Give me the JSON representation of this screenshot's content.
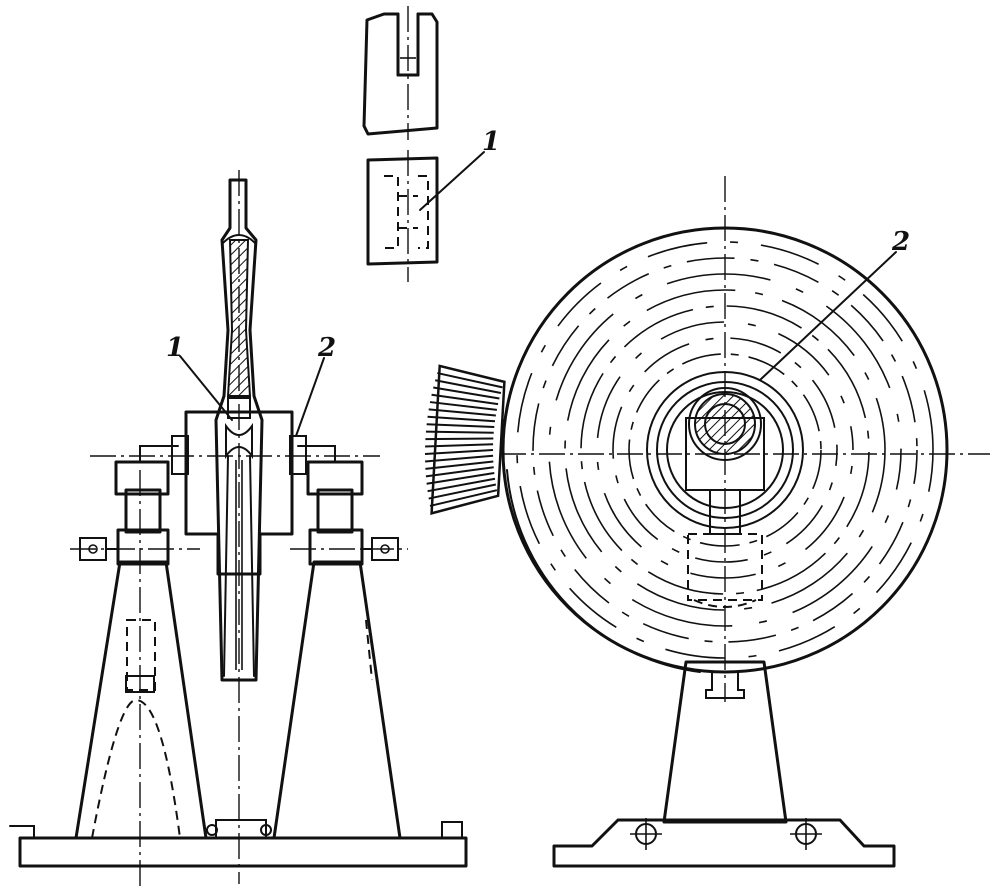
{
  "labels": {
    "part1_top": "1",
    "part1_side": "1",
    "part2_side": "2",
    "part2_front": "2"
  },
  "colors": {
    "ink": "#111111",
    "paper": "#ffffff"
  }
}
